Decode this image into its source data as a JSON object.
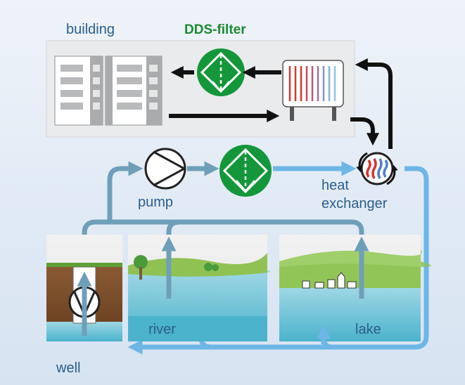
{
  "labels": {
    "building": "building",
    "filter_top": "DDS-filter",
    "pump": "pump",
    "heat_exchanger_line1": "heat",
    "heat_exchanger_line2": "exchanger",
    "river": "river",
    "lake": "lake",
    "well": "well"
  },
  "colors": {
    "background": "#dfe9f5",
    "panel": "#e9ebec",
    "filter_green": "#14973a",
    "pipe_gray_blue": "#6f9fb8",
    "pipe_light_blue": "#6db6e6",
    "circuit_black": "#111111",
    "label_blue": "#2a5d8a",
    "label_green": "#1a8a32"
  }
}
